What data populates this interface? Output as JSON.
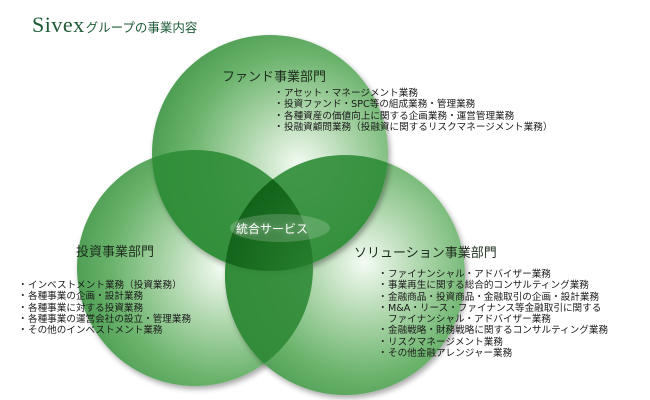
{
  "header": {
    "brand": "Sivex",
    "title_suffix": "グループの事業内容"
  },
  "colors": {
    "brand_green": "#1d5a36",
    "circle_light": "#b8dcb8",
    "circle_mid": "#5fae64",
    "circle_dark": "#2f8a38",
    "overlap_dark": "#1f7a28",
    "center_dark": "#0f5e17"
  },
  "diagram": {
    "center": {
      "label": "統合サービス"
    },
    "circles": [
      {
        "id": "fund",
        "label": "ファンド事業部門",
        "items": [
          "アセット・マネージメント業務",
          "投資ファンド・SPC等の組成業務・管理業務",
          "各種資産の価値向上に関する企画業務・運営管理業務",
          "投融資顧問業務（投融資に関するリスクマネージメント業務）"
        ]
      },
      {
        "id": "investment",
        "label": "投資事業部門",
        "items": [
          "インベストメント業務（投資業務）",
          "各種事業の企画・設計業務",
          "各種事業に対する投資業務",
          "各種事業の運営会社の設立・管理業務",
          "その他のインベストメント業務"
        ]
      },
      {
        "id": "solution",
        "label": "ソリューション事業部門",
        "items": [
          "ファイナンシャル・アドバイザー業務",
          "事業再生に関する総合的コンサルティング業務",
          "金融商品・投資商品・金融取引の企画・設計業務",
          "M&A・リース・ファイナンス等金融取引に関する",
          "ファイナンシャル・アドバイザー業務",
          "金融戦略・財務戦略に関するコンサルティング業務",
          "リスクマネージメント業務",
          "その他金融アレンジャー業務"
        ]
      }
    ],
    "bullet": "・"
  }
}
